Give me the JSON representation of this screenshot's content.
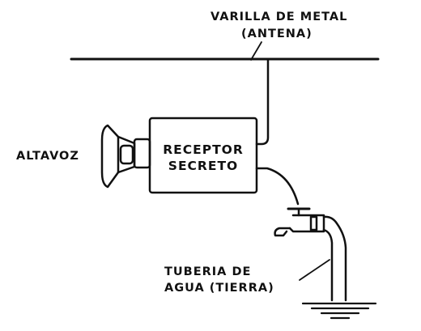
{
  "labels": {
    "antenna_line1": "VARILLA DE METAL",
    "antenna_line2": "(ANTENA)",
    "receiver_line1": "RECEPTOR",
    "receiver_line2": "SECRETO",
    "speaker": "ALTAVOZ",
    "pipe_line1": "TUBERIA DE",
    "pipe_line2": "AGUA (TIERRA)"
  },
  "colors": {
    "ink": "#111111",
    "paper": "#ffffff"
  }
}
